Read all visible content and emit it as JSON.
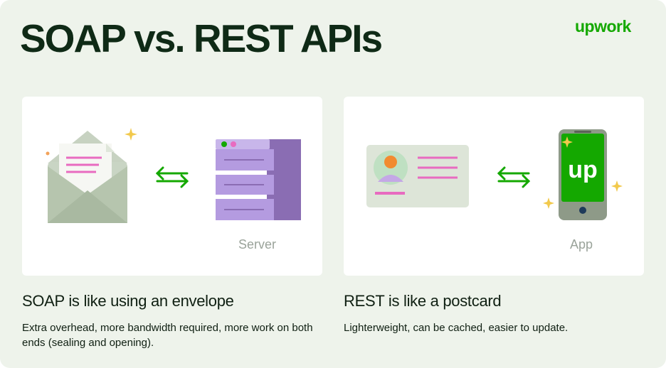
{
  "header": {
    "title": "SOAP vs. REST APIs",
    "brand": "upwork"
  },
  "soap": {
    "caption": "Server",
    "heading": "SOAP is like using an envelope",
    "description": "Extra overhead, more bandwidth required, more work on both ends (sealing and opening)."
  },
  "rest": {
    "caption": "App",
    "heading": "REST is like a postcard",
    "description": "Lighterweight, can be cached, easier to update."
  },
  "icons": {
    "envelope": "envelope-icon",
    "server": "server-icon",
    "postcard": "postcard-icon",
    "phone": "phone-icon",
    "exchange": "exchange-arrows-icon",
    "app_logo": "up"
  },
  "colors": {
    "background": "#eef3eb",
    "brand_green": "#14a800",
    "server_purple": "#9b7fcf",
    "accent_pink": "#e86bc0"
  }
}
